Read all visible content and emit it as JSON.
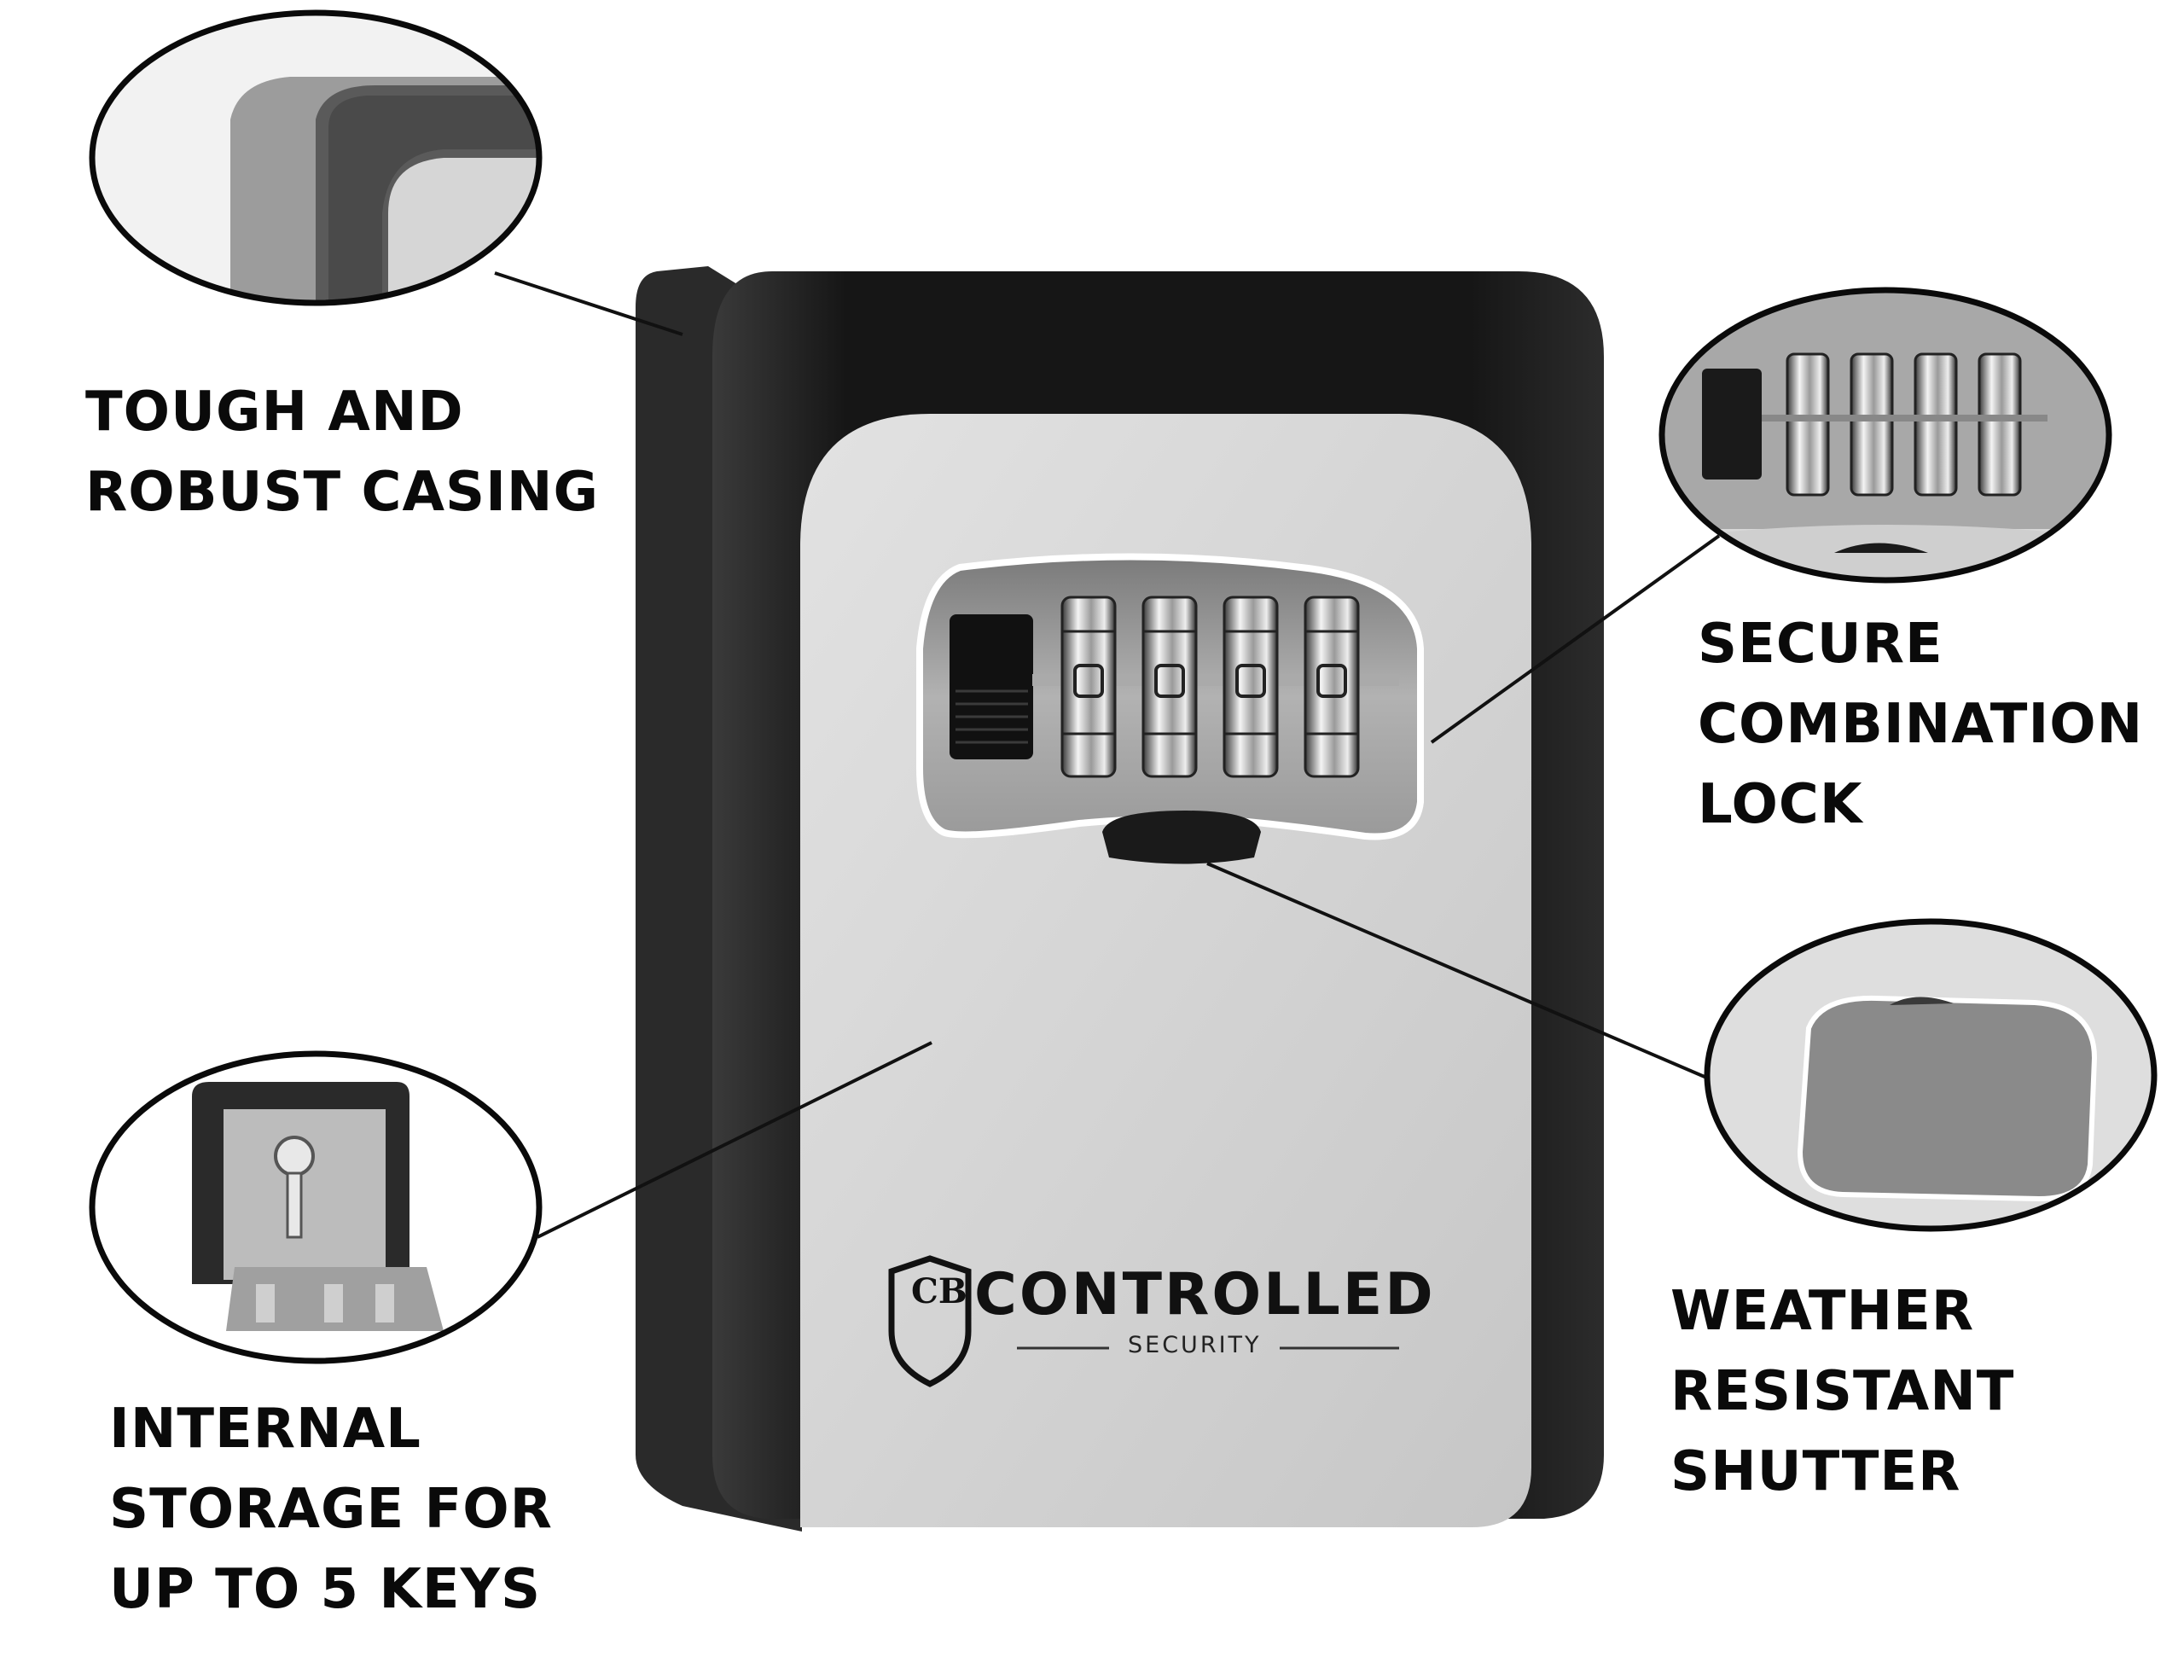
{
  "brand": {
    "name": "CONTROLLED",
    "tagline": "SECURITY",
    "monogram": "CB"
  },
  "callouts": {
    "casing": {
      "lines": [
        "TOUGH AND",
        "ROBUST CASING"
      ]
    },
    "lock": {
      "lines": [
        "SECURE",
        "COMBINATION",
        "LOCK"
      ]
    },
    "storage": {
      "lines": [
        "INTERNAL",
        "STORAGE FOR",
        "UP TO 5 KEYS"
      ]
    },
    "shutter": {
      "lines": [
        "WEATHER",
        "RESISTANT",
        "SHUTTER"
      ]
    }
  },
  "colors": {
    "casing": "#1c1c1c",
    "face": "#d3d3d3",
    "window": "#8f8f8f",
    "label_text": "#0a0a0a"
  },
  "icons": [
    "zoom-circle-casing",
    "zoom-circle-lock",
    "zoom-circle-storage",
    "zoom-circle-shutter",
    "shield-logo-icon",
    "key-icon"
  ]
}
